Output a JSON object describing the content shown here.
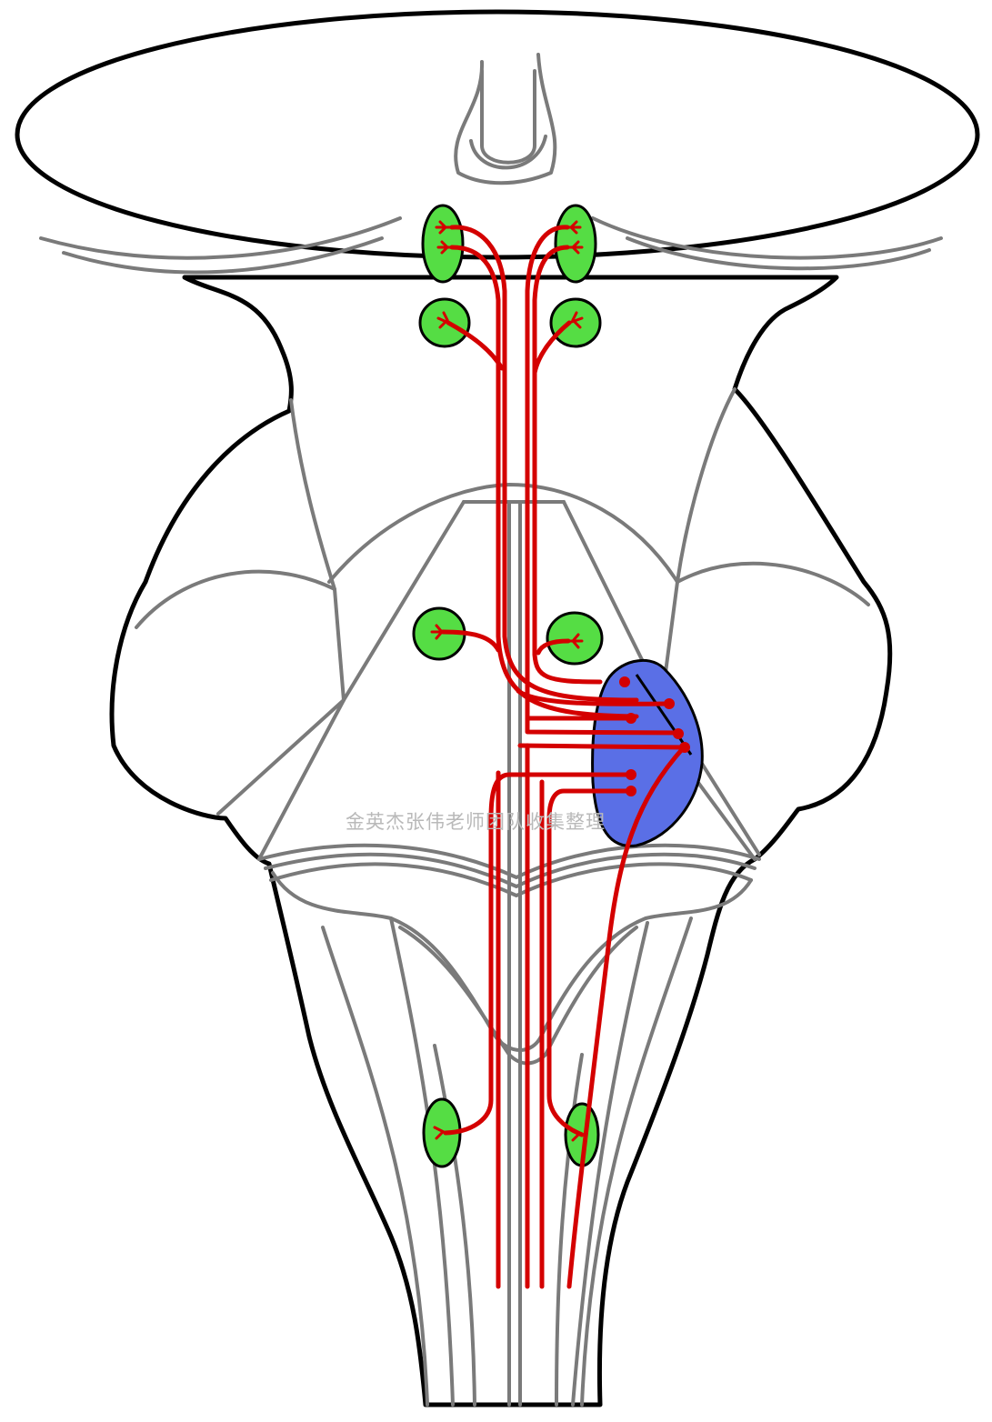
{
  "watermark": "金英杰张伟老师团队收集整理",
  "colors": {
    "outline": "#000000",
    "inner_lines": "#7a7a7a",
    "tract": "#d40000",
    "nucleus_fill": "#55dd44",
    "lesion_fill": "#5a6fe6",
    "background": "#ffffff"
  },
  "nuclei": [
    {
      "level": "midbrain-upper",
      "side": "left"
    },
    {
      "level": "midbrain-upper",
      "side": "right"
    },
    {
      "level": "midbrain-lower",
      "side": "left"
    },
    {
      "level": "midbrain-lower",
      "side": "right"
    },
    {
      "level": "pons",
      "side": "left"
    },
    {
      "level": "pons",
      "side": "right"
    },
    {
      "level": "medulla",
      "side": "left"
    },
    {
      "level": "medulla",
      "side": "right"
    }
  ],
  "lesion": {
    "location": "pons",
    "side": "right"
  }
}
